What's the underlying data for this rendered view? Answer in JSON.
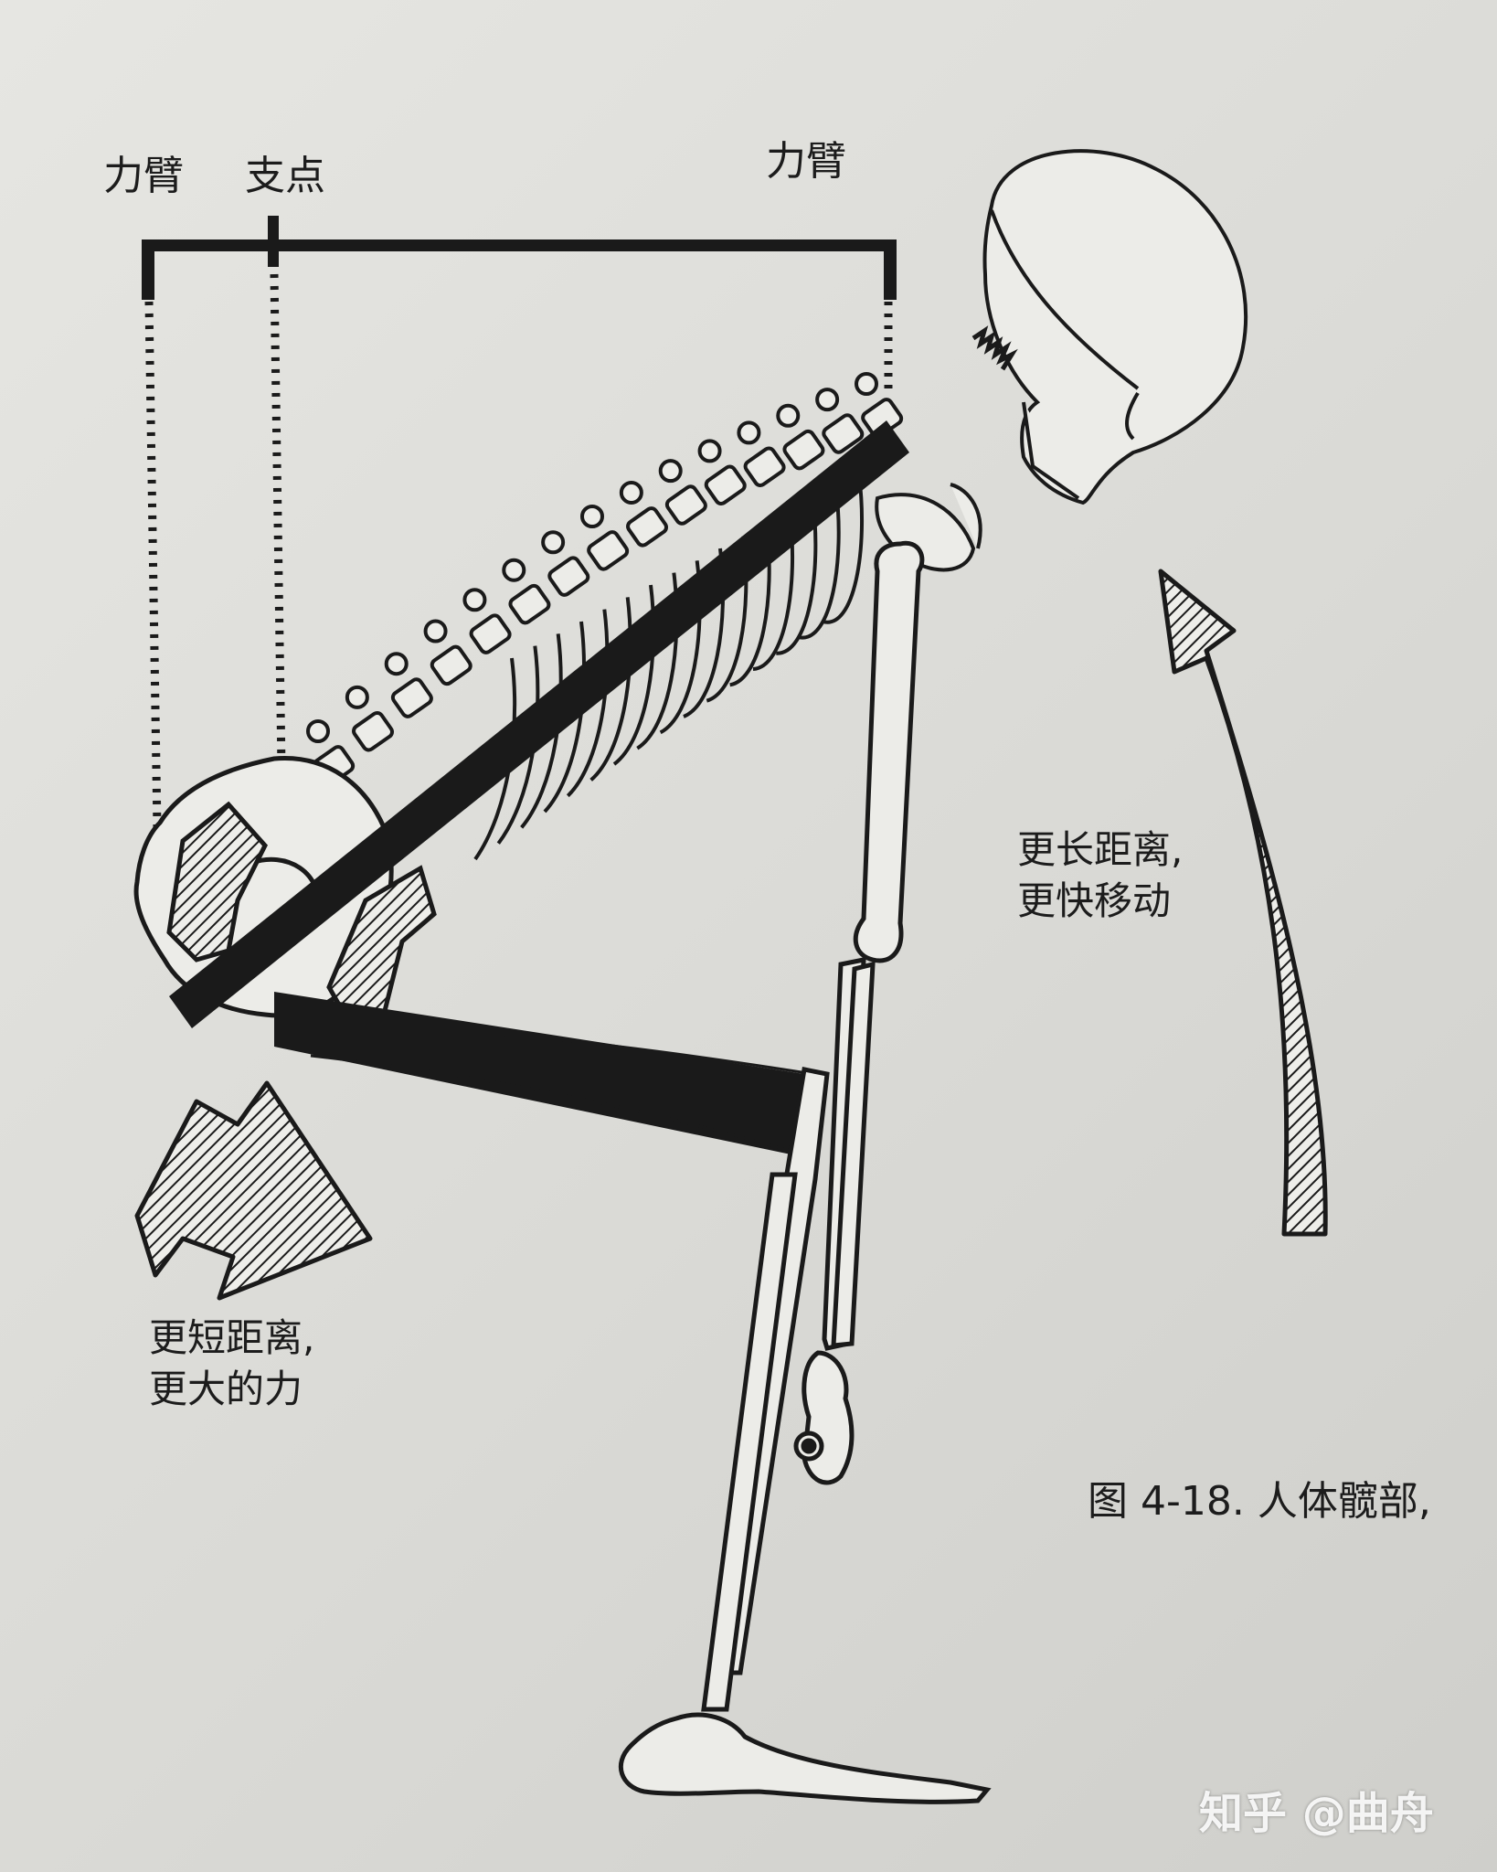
{
  "labels": {
    "lever_arm_left": "力臂",
    "fulcrum": "支点",
    "lever_arm_right": "力臂",
    "longer_distance_line1": "更长距离,",
    "longer_distance_line2": "更快移动",
    "shorter_distance_line1": "更短距离,",
    "shorter_distance_line2": "更大的力",
    "caption": "图 4-18. 人体髋部,"
  },
  "watermark": {
    "text": "知乎 @曲舟"
  },
  "colors": {
    "paper": "#e2e2de",
    "ink": "#1a1a1a"
  }
}
